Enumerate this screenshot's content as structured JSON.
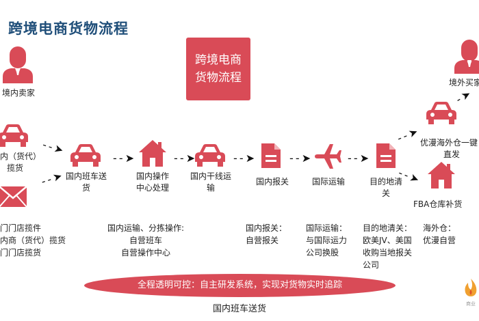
{
  "title": "跨境电商货物流程",
  "center_box": {
    "line1": "跨境电商",
    "line2": "货物流程"
  },
  "nodes": {
    "seller": "境内卖家",
    "pickup_line1": "境内（货代）",
    "pickup_line2": "揽货",
    "truck_line1": "国内班车送",
    "truck_line2": "货",
    "hub_line1": "国内操作",
    "hub_line2": "中心处理",
    "trunk_line1": "国内干线运",
    "trunk_line2": "输",
    "export_decl": "国内报关",
    "intl": "国际运输",
    "dest_line1": "目的地清",
    "dest_line2": "关",
    "overseas_line1": "优漫海外仓一键",
    "overseas_line2": "直发",
    "fba": "FBA仓库补货",
    "buyer": "境外买家"
  },
  "descriptions": {
    "left": [
      "上门门店揽件",
      "境内商（货代）揽货",
      "上门门店揽货"
    ],
    "domestic": [
      "国内运输、分拣操作:",
      "自营班车",
      "自营操作中心"
    ],
    "customs": [
      "国内报关：",
      "自营报关"
    ],
    "intl": [
      "国际运输：",
      "与国际运力",
      "公司换股"
    ],
    "dest": [
      "目的地清关：",
      "欧美JV、美国",
      "收购当地报关",
      "公司"
    ],
    "overseas": [
      "海外仓：",
      "优漫自营"
    ]
  },
  "banner": "全程透明可控：自主研发系统，实现对货物实时追踪",
  "banner_sub": "国内班车送货",
  "logo_text": "商业",
  "colors": {
    "accent": "#d94b57",
    "title": "#1f4e79"
  }
}
